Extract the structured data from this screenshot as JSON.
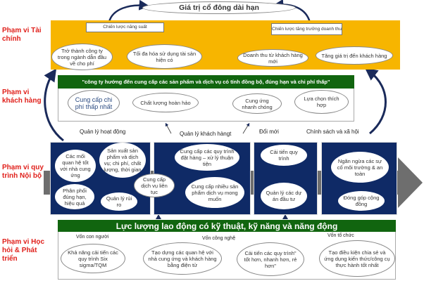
{
  "top_goal": "Giá trị cổ đông dài hạn",
  "perspectives": [
    "Phạm vi Tài chính",
    "Phạm vi khách hàng",
    "Phạm vi quy trình Nội bộ",
    "Phạm vi Học hỏi & Phát triển"
  ],
  "financial": {
    "productivity_strategy": "Chiến lược năng suất",
    "growth_strategy": "Chiến lược tăng trưởng doanh thu",
    "objectives": [
      "Trở thành công ty trong ngành dẫn đầu về cho phí",
      "Tối đa hóa sử dụng tài sản hiện có",
      "Doanh thu từ khách hàng mới",
      "Tăng giá trị đến khách hàng"
    ]
  },
  "customer": {
    "value_proposition": "\"công ty hướng đến cung cấp các sản phẩm và dịch vụ có tính đồng bộ, đúng hạn và chi phí thấp\"",
    "objectives": [
      "Cung cấp chi phí thấp nhất",
      "Chất lượng hoàn hảo",
      "Cung ứng nhanh chóng",
      "Lựa chọn thích hợp"
    ]
  },
  "process_labels": [
    "Quản lý hoạt động",
    "Quản lý khách hàngt",
    "Đổi mới",
    "Chính sách và xã hội"
  ],
  "processes": {
    "operations": [
      "Các mối quan hệ tốt với nhà cung ứng",
      "Sản xuất sản phẩm và dịch vụ; chi phí, chất lượng, thời gian",
      "Phân phối đúng hạn, hiệu quả",
      "Quản lý rủi ro"
    ],
    "bridge": "Cung cấp dịch vụ liên tục",
    "customer_mgmt": [
      "Cung cấp các quy trình đặt hàng – xử lý thuận tiện",
      "Cung cấp nhiều sản phẩm dịch vụ mong muốn"
    ],
    "innovation": [
      "Cải tiến quy trình",
      "Quản lý các dự án đầu tư"
    ],
    "social": [
      "Ngăn ngừa các sự cố môi trường & an toàn",
      "Đóng góp cộng đồng"
    ]
  },
  "learning": {
    "banner": "Lực lượng lao động có kỹ thuật, kỹ năng và năng động",
    "capitals": [
      "Vốn con người",
      "Vốn công nghệ",
      "Vốn tổ chức"
    ],
    "objectives": [
      "Khả năng cải tiến các quy trình Six sigma/TQM",
      "Tạo dựng các quan hệ với nhà cung ứng và khách hàng bằng điện tử",
      "Cải tiến các quy trình\" tốt hơn, nhanh hơn, rẻ hơn\"",
      "Tạo điều kiện chia sẻ và ứng dụng kiến thức/công cụ thực hành tốt nhất"
    ]
  },
  "colors": {
    "financial_bg": "#f7b500",
    "navy": "#0f2a66",
    "green": "#11650f",
    "label_red": "#e0201b"
  }
}
